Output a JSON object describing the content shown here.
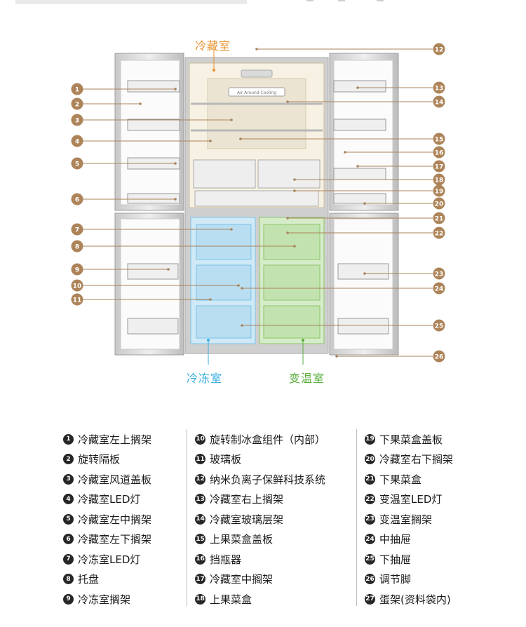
{
  "zones": {
    "fridge": {
      "label": "冷藏室",
      "color": "#e8912e"
    },
    "freezer": {
      "label": "冷冻室",
      "color": "#3aaee0"
    },
    "convertible": {
      "label": "变温室",
      "color": "#5aae3c"
    }
  },
  "colors": {
    "callout": "#ad8459",
    "leader": "#a9835b",
    "cabinet": "#b9b9b9",
    "liner": "#f7f1e4",
    "freezer_fill": "#cfe9f6",
    "convertible_fill": "#d6ecc9"
  },
  "callouts_left": [
    "1",
    "2",
    "3",
    "4",
    "5",
    "6",
    "7",
    "8",
    "9",
    "10",
    "11"
  ],
  "callouts_right": [
    "12",
    "13",
    "14",
    "15",
    "16",
    "17",
    "18",
    "19",
    "20",
    "21",
    "22",
    "23",
    "24",
    "25",
    "26"
  ],
  "logo_text": "Air Around Cooling",
  "legend": [
    [
      {
        "n": "1",
        "label": "冷藏室左上搁架"
      },
      {
        "n": "2",
        "label": "旋转隔板"
      },
      {
        "n": "3",
        "label": "冷藏室风道盖板"
      },
      {
        "n": "4",
        "label": "冷藏室LED灯"
      },
      {
        "n": "5",
        "label": "冷藏室左中搁架"
      },
      {
        "n": "6",
        "label": "冷藏室左下搁架"
      },
      {
        "n": "7",
        "label": "冷冻室LED灯"
      },
      {
        "n": "8",
        "label": "托盘"
      },
      {
        "n": "9",
        "label": "冷冻室搁架"
      }
    ],
    [
      {
        "n": "10",
        "label": "旋转制冰盒组件（内部）"
      },
      {
        "n": "11",
        "label": "玻璃板"
      },
      {
        "n": "12",
        "label": "纳米负离子保鲜科技系统"
      },
      {
        "n": "13",
        "label": "冷藏室右上搁架"
      },
      {
        "n": "14",
        "label": "冷藏室玻璃层架"
      },
      {
        "n": "15",
        "label": "上果菜盒盖板"
      },
      {
        "n": "16",
        "label": "挡瓶器"
      },
      {
        "n": "17",
        "label": "冷藏室中搁架"
      },
      {
        "n": "18",
        "label": "上果菜盒"
      }
    ],
    [
      {
        "n": "19",
        "label": "下果菜盒盖板"
      },
      {
        "n": "20",
        "label": "冷藏室右下搁架"
      },
      {
        "n": "21",
        "label": "下果菜盒"
      },
      {
        "n": "22",
        "label": "变温室LED灯"
      },
      {
        "n": "23",
        "label": "变温室搁架"
      },
      {
        "n": "24",
        "label": "中抽屉"
      },
      {
        "n": "25",
        "label": "下抽屉"
      },
      {
        "n": "26",
        "label": "调节脚"
      },
      {
        "n": "27",
        "label": "蛋架(资料袋内)"
      }
    ]
  ]
}
